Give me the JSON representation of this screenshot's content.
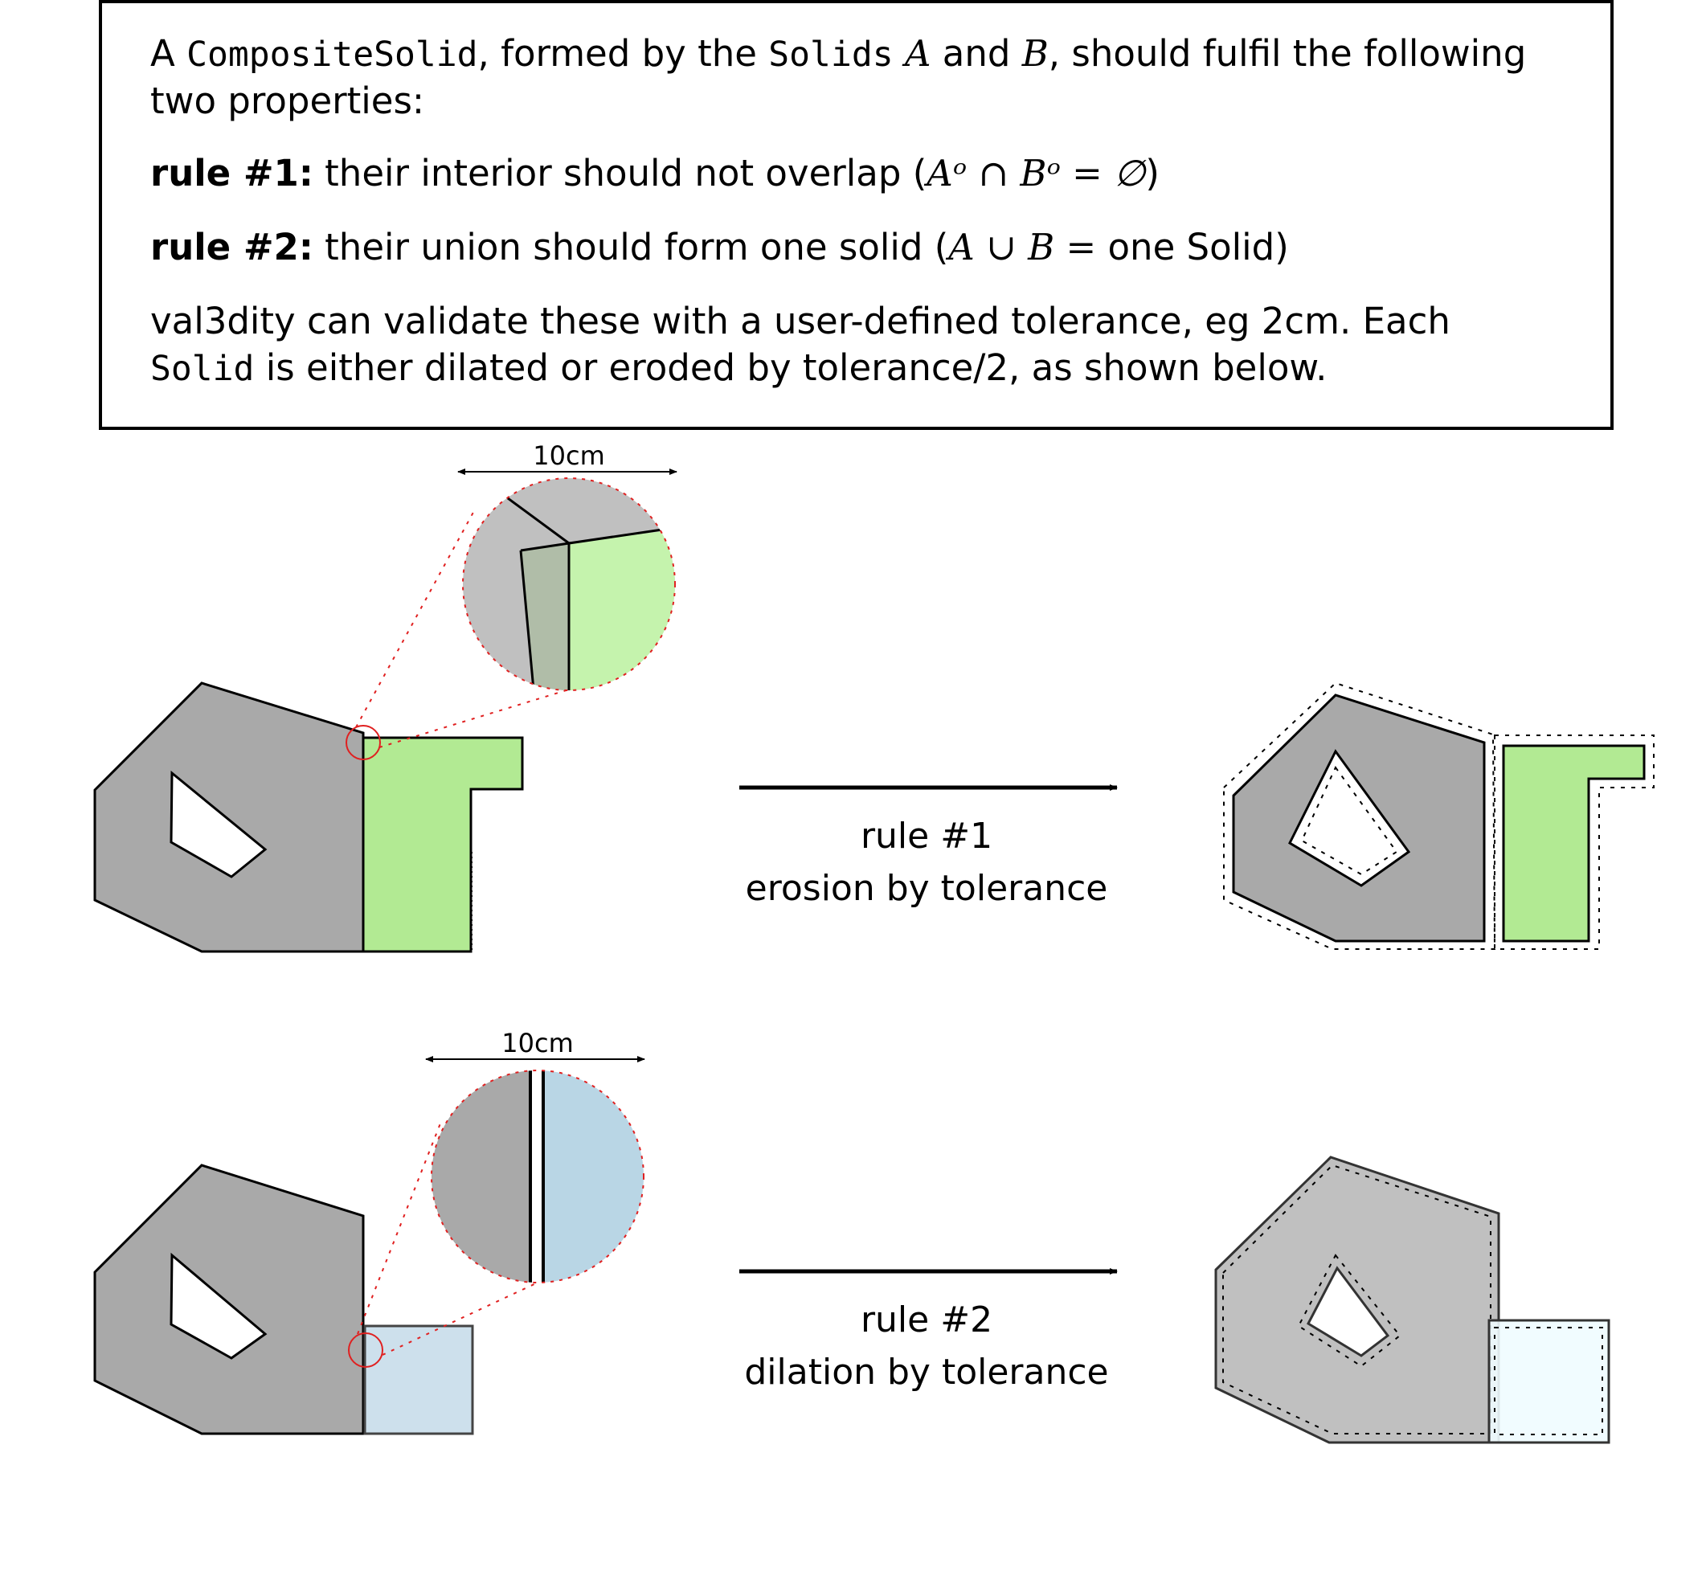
{
  "text": {
    "intro": [
      "A ",
      "CompositeSolid",
      ", formed by the ",
      "Solids",
      " ",
      "A",
      " and ",
      "B",
      ", should fulfil the following two properties:"
    ],
    "rule1": {
      "label": "rule #1:",
      "text": " their interior should not overlap (",
      "math": "Aᵒ ∩ Bᵒ = ∅",
      "close": ")"
    },
    "rule2": {
      "label": "rule #2:",
      "text": " their union should form one solid (",
      "math": "A ∪ B",
      "eq": " = ",
      "rest": "one Solid)"
    },
    "note": [
      "val3dity can validate these with a user-defined tolerance, eg 2cm.  Each ",
      "Solid",
      " is either dilated or eroded by tolerance/2, as shown below."
    ]
  },
  "diagram": {
    "top": {
      "zoom_label": "10cm",
      "arrow_label_1": "rule #1",
      "arrow_label_2": "erosion by tolerance"
    },
    "bottom": {
      "zoom_label": "10cm",
      "arrow_label_1": "rule #2",
      "arrow_label_2": "dilation by tolerance"
    }
  },
  "colors": {
    "solid_a": "#a9a9a9",
    "solid_a_light": "#c0c0c0",
    "solid_b_green": "#b2ea93",
    "solid_b_green_light": "#c5f3ad",
    "solid_b_blue": "#cde0ec",
    "solid_b_blue_zoom": "#b9d6e5",
    "solid_b_ice": "#effcff",
    "overlap": "#b0bda8",
    "zoom_circle": "#e02020",
    "outline": "#000000"
  }
}
